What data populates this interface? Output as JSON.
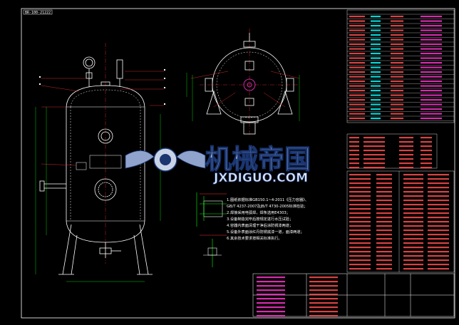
{
  "drawing_code": "BR-100-21222",
  "watermark": {
    "title": "机械帝国",
    "subtitle": "JXDIGUO.COM"
  },
  "tech_notes": [
    "1.图纸依据标准GB150.1~4-2011《压力容器》、",
    "GB/T 4237-2007及JB/T 4730-2005标准检验；",
    "2.焊接采用电弧焊，焊条选用E4303；",
    "3.设备制造完毕后按规定进行水压试验；",
    "4.容器内表面清理干净后涂防锈漆两道；",
    "5.设备外表面涂红丹防锈底漆一道，面漆两道；",
    "6.其余技术要求按相关标准执行。"
  ],
  "colors": {
    "border": "#ffffff",
    "vessel": "#ffffff",
    "dim": "#00ff00",
    "leader": "#ff3333",
    "table_text": "#ff4d4d",
    "nozzle": "#00ffff",
    "magenta": "#ff33cc"
  }
}
